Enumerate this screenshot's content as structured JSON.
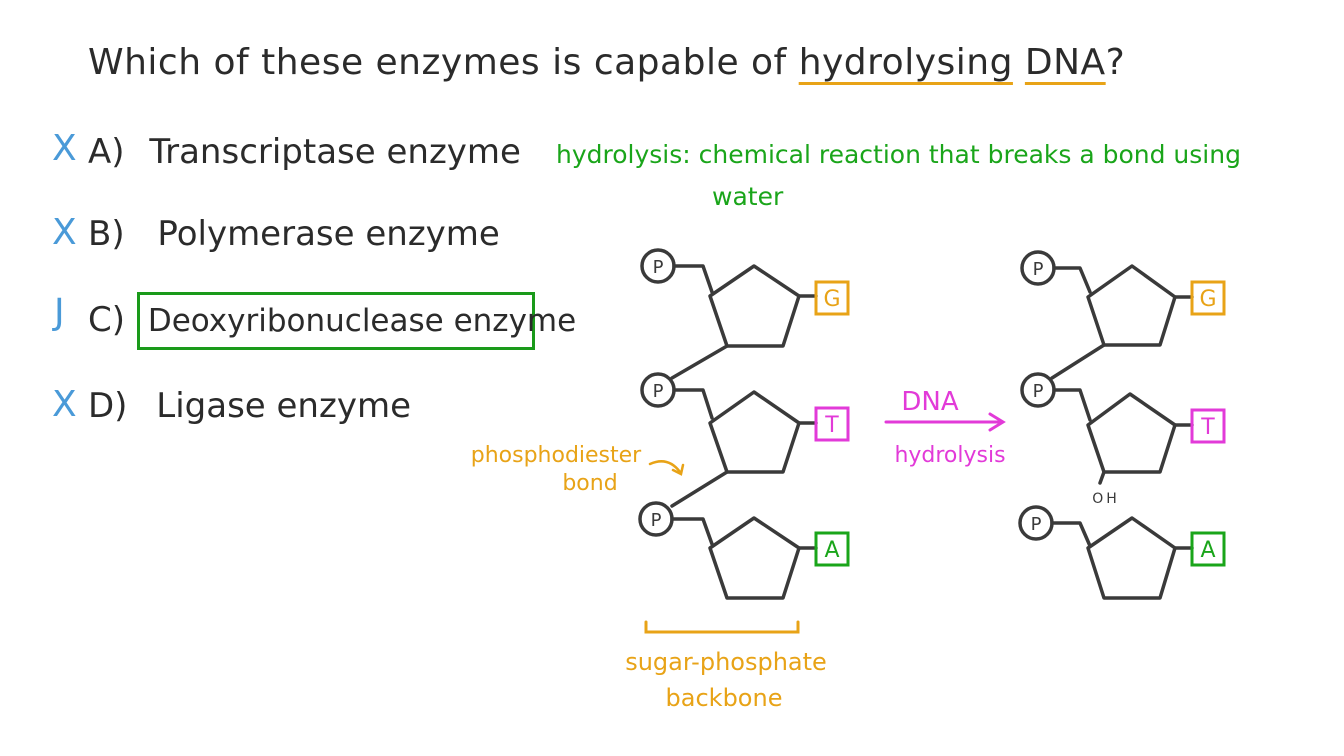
{
  "question": {
    "prefix": "Which of these enzymes is capable of ",
    "highlight1": "hydrolysing",
    "space": " ",
    "highlight2": "DNA",
    "suffix": "?"
  },
  "options": [
    {
      "mark": "X",
      "letter": "A)",
      "text": "Transcriptase enzyme"
    },
    {
      "mark": "X",
      "letter": "B)",
      "text": "Polymerase enzyme"
    },
    {
      "mark": "J",
      "letter": "C)",
      "text": "Deoxyribonuclease enzyme"
    },
    {
      "mark": "X",
      "letter": "D)",
      "text": "Ligase enzyme"
    }
  ],
  "definition": {
    "line1": "hydrolysis: chemical reaction that breaks a bond using",
    "line2": "water"
  },
  "diagram": {
    "phosphate": "P",
    "bases": [
      "G",
      "T",
      "A"
    ],
    "arrow_label_top": "DNA",
    "arrow_label_bottom": "hydrolysis",
    "oh_label": "OH",
    "phosphodiester_line1": "phosphodiester",
    "phosphodiester_line2": "bond",
    "backbone_line1": "sugar-phosphate",
    "backbone_line2": "backbone"
  },
  "colors": {
    "check": "#4a9ad8",
    "green": "#1aa51a",
    "orange": "#e8a317",
    "magenta": "#e23ad8",
    "ink": "#2b2b2b"
  }
}
